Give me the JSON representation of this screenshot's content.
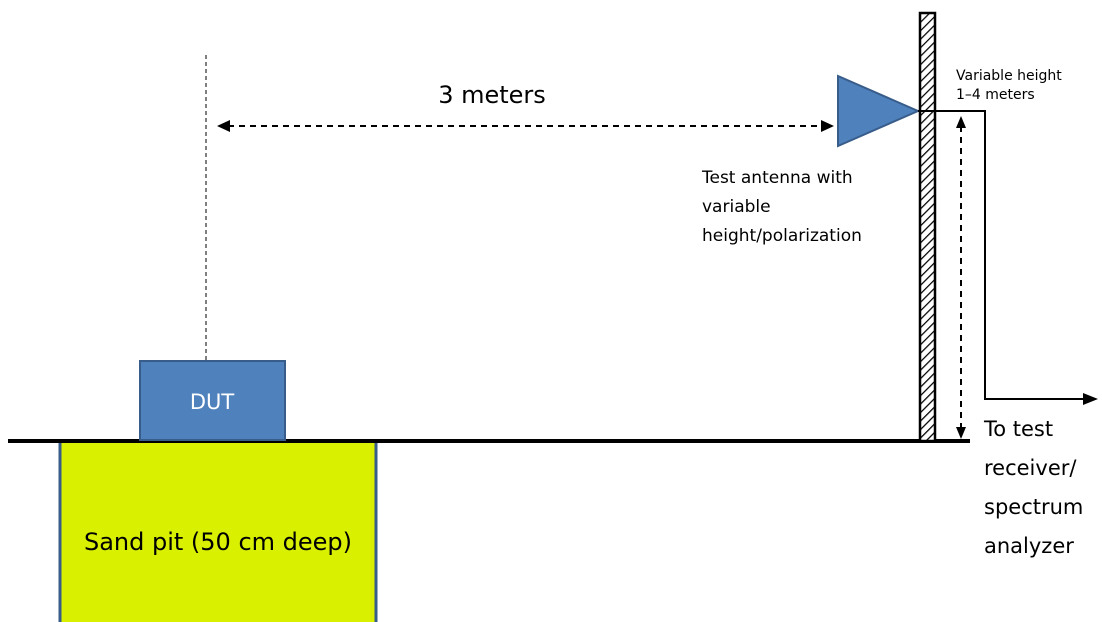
{
  "labels": {
    "distance": "3 meters",
    "dut": "DUT",
    "sand_pit": "Sand pit (50 cm  deep)",
    "test_antenna": [
      "Test antenna with",
      "variable",
      "height/polarization"
    ],
    "variable_height": [
      "Variable height",
      "1–4 meters"
    ],
    "receiver": [
      "To test",
      "receiver/",
      "spectrum",
      "analyzer"
    ]
  },
  "colors": {
    "dut_fill": "#4f81bd",
    "dut_stroke": "#385d8a",
    "sand_fill": "#d9f000",
    "sand_stroke": "#385d8a",
    "antenna_fill": "#4f81bd",
    "line": "#000000"
  }
}
